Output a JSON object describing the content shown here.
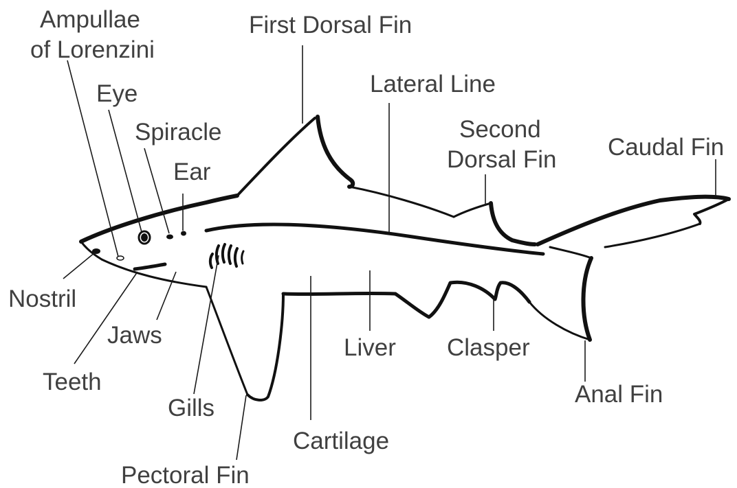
{
  "diagram": {
    "labels": {
      "ampullae_line1": "Ampullae",
      "ampullae_line2": "of Lorenzini",
      "eye": "Eye",
      "spiracle": "Spiracle",
      "ear": "Ear",
      "first_dorsal_fin": "First Dorsal Fin",
      "lateral_line": "Lateral Line",
      "second_dorsal_line1": "Second",
      "second_dorsal_line2": "Dorsal Fin",
      "caudal_fin": "Caudal Fin",
      "nostril": "Nostril",
      "jaws": "Jaws",
      "teeth": "Teeth",
      "gills": "Gills",
      "pectoral_fin": "Pectoral Fin",
      "cartilage": "Cartilage",
      "liver": "Liver",
      "clasper": "Clasper",
      "anal_fin": "Anal Fin"
    },
    "colors": {
      "ink": "#111111",
      "label_text": "#404040",
      "background": "#ffffff"
    }
  }
}
